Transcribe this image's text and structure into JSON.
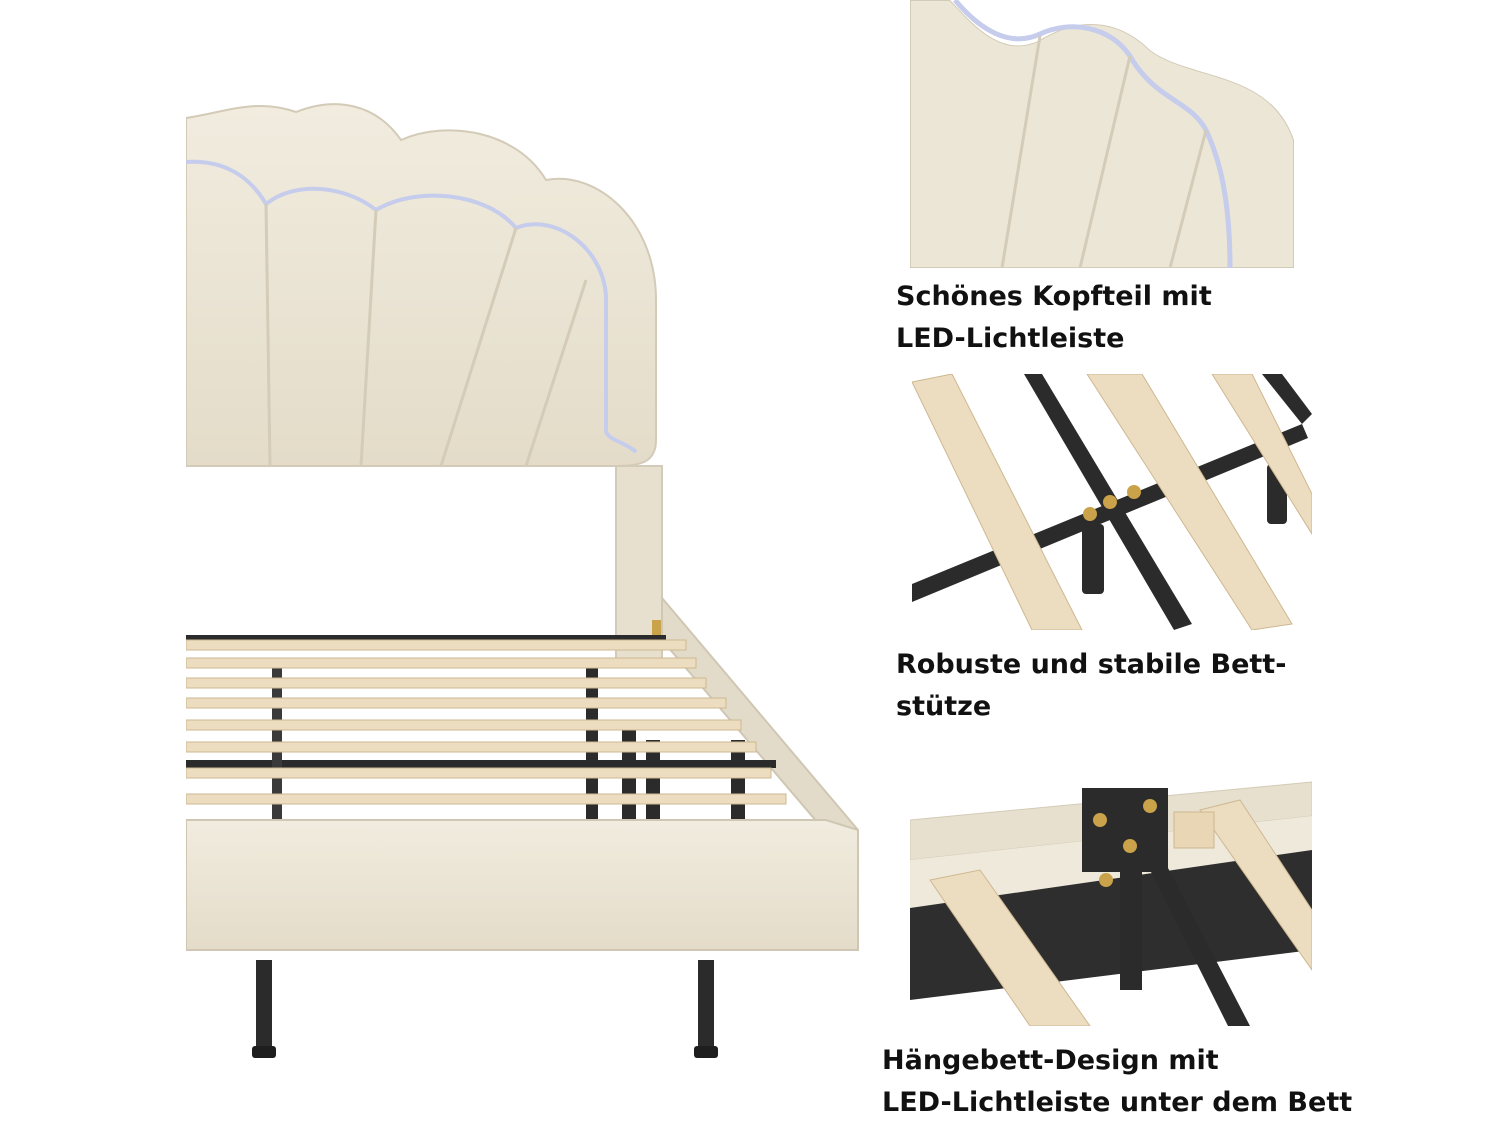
{
  "captions": {
    "headboard": {
      "line1": "Schönes Kopfteil mit",
      "line2": "LED-Lichtleiste"
    },
    "support": {
      "line1": "Robuste und stabile Bett-",
      "line2": "stütze"
    },
    "floating": {
      "line1": "Hängebett-Design mit",
      "line2": "LED-Lichtleiste unter dem Bett"
    }
  },
  "colors": {
    "upholstery": "#ece6d6",
    "upholstery_shadow": "#d8d1bf",
    "led_strip": "#b9c2e6",
    "slat_wood": "#ecdcc0",
    "metal": "#2b2b2b",
    "bolt": "#c9a24a"
  }
}
